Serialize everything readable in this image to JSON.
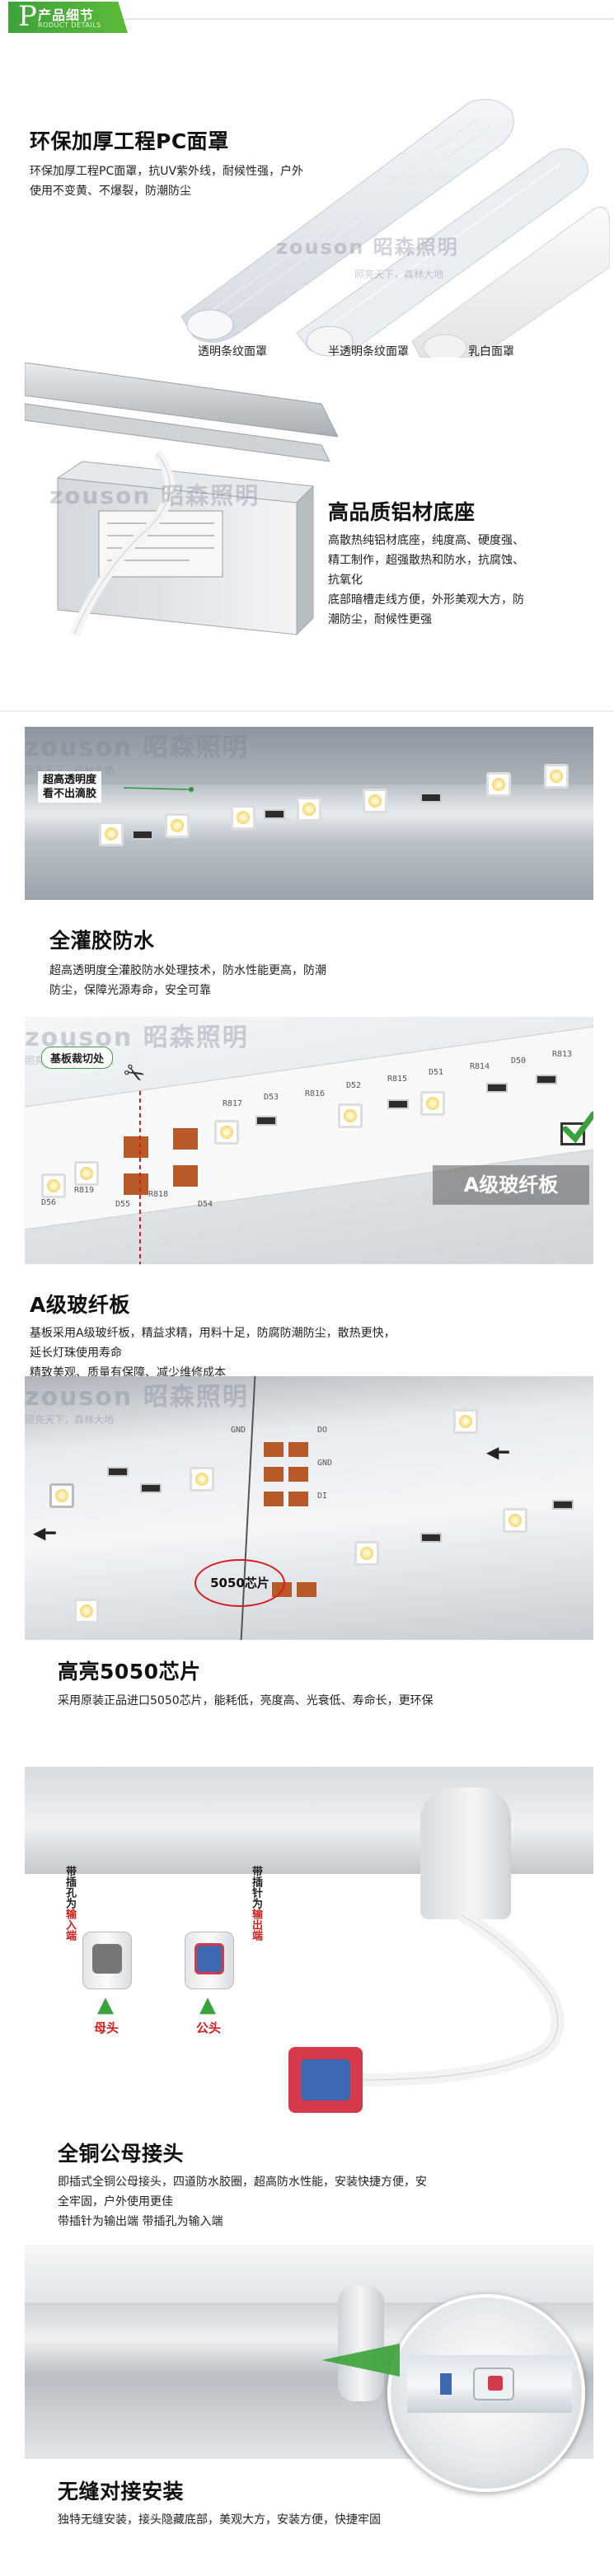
{
  "header": {
    "letter": "P",
    "title": "产品细节",
    "subtitle": "RODUCT DETAILS"
  },
  "watermark": {
    "brand_en": "zouson",
    "brand_cn": "昭森照明",
    "slogan": "照亮天下，森林大地"
  },
  "section1": {
    "title": "环保加厚工程PC面罩",
    "text": "环保加厚工程PC面罩，抗UV紫外线，耐候性强，户外使用不变黄、不爆裂，防潮防尘",
    "captions": [
      "透明条纹面罩",
      "半透明条纹面罩",
      "乳白面罩"
    ]
  },
  "section2": {
    "title": "高品质铝材底座",
    "lines": [
      "高散热纯铝材底座，纯度高、硬度强、",
      "精工制作，超强散热和防水，抗腐蚀、",
      "抗氧化",
      "底部暗槽走线方便，外形美观大方，防",
      "潮防尘，耐候性更强"
    ]
  },
  "section3": {
    "callout": [
      "超高透明度",
      "看不出滴胶"
    ],
    "title": "全灌胶防水",
    "lines": [
      "超高透明度全灌胶防水处理技术，防水性能更高，防潮",
      "防尘，保障光源寿命，安全可靠"
    ]
  },
  "section4": {
    "cut_label": "基板裁切处",
    "badge": "A级玻纤板",
    "pcb_labels": [
      "D56",
      "R819",
      "D55",
      "R818",
      "D54",
      "R817",
      "D53",
      "R816",
      "D52",
      "R815",
      "D51",
      "R814",
      "D50",
      "R813"
    ],
    "title": "A级玻纤板",
    "lines": [
      "基板采用A级玻纤板，精益求精，用料十足，防腐防潮防尘，散热更快，",
      "延长灯珠使用寿命",
      "精致美观、质量有保障、减少维修成本"
    ]
  },
  "section5": {
    "chip_label": "5050芯片",
    "pcb_labels": [
      "GND",
      "DO",
      "GND",
      "DI"
    ],
    "title": "高亮5050芯片",
    "text": "采用原装正品进口5050芯片，能耗低，亮度高、光衰低、寿命长，更环保"
  },
  "section6": {
    "female_vertical": [
      "带插孔为",
      "输入端"
    ],
    "male_vertical": [
      "带插针为",
      "输出端"
    ],
    "female_label": "母头",
    "male_label": "公头",
    "title": "全铜公母接头",
    "lines": [
      "即插式全铜公母接头，四道防水胶圈，超高防水性能，安装快捷方便，安",
      "全牢固，户外使用更佳",
      "带插针为输出端    带插孔为输入端"
    ]
  },
  "section7": {
    "title": "无缝对接安装",
    "text": "独特无缝安装，接头隐藏底部，美观大方，安装方便，快捷牢固"
  },
  "colors": {
    "header_green": "#4aad38",
    "accent_red": "#d81c1c",
    "arrow_green": "#3aa23a",
    "badge_green": "#3aa23a"
  }
}
